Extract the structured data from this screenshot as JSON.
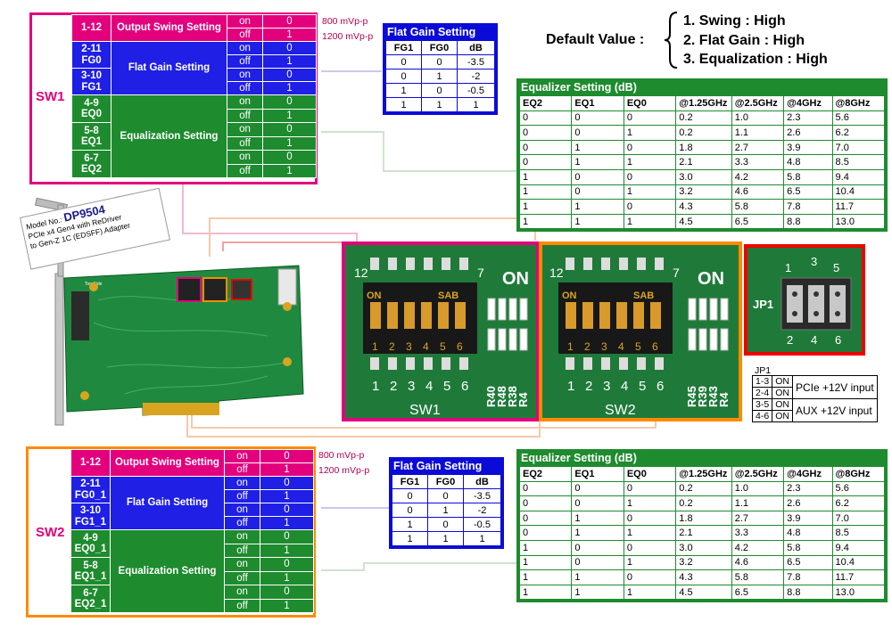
{
  "default_value": {
    "label": "Default Value :",
    "items": [
      "1. Swing : High",
      "2. Flat Gain : High",
      "3. Equalization : High"
    ]
  },
  "sw1": {
    "label": "SW1",
    "output_swing": {
      "pins": "1-12",
      "name": "Output Swing Setting",
      "on": "on",
      "off": "off",
      "on_val": "0",
      "off_val": "1",
      "mvp_on": "800 mVp-p",
      "mvp_off": "1200 mVp-p"
    },
    "flat_gain": {
      "name": "Flat Gain Setting",
      "rows": [
        {
          "pins": "2-11",
          "sig": "FG0"
        },
        {
          "pins": "3-10",
          "sig": "FG1"
        }
      ]
    },
    "equalization": {
      "name": "Equalization Setting",
      "rows": [
        {
          "pins": "4-9",
          "sig": "EQ0"
        },
        {
          "pins": "5-8",
          "sig": "EQ1"
        },
        {
          "pins": "6-7",
          "sig": "EQ2"
        }
      ]
    }
  },
  "sw2": {
    "label": "SW2",
    "output_swing": {
      "pins": "1-12",
      "name": "Output Swing Setting",
      "on": "on",
      "off": "off",
      "on_val": "0",
      "off_val": "1",
      "mvp_on": "800 mVp-p",
      "mvp_off": "1200 mVp-p"
    },
    "flat_gain": {
      "name": "Flat Gain Setting",
      "rows": [
        {
          "pins": "2-11",
          "sig": "FG0_1"
        },
        {
          "pins": "3-10",
          "sig": "FG1_1"
        }
      ]
    },
    "equalization": {
      "name": "Equalization Setting",
      "rows": [
        {
          "pins": "4-9",
          "sig": "EQ0_1"
        },
        {
          "pins": "5-8",
          "sig": "EQ1_1"
        },
        {
          "pins": "6-7",
          "sig": "EQ2_1"
        }
      ]
    }
  },
  "on_label": "on",
  "off_label": "off",
  "on_value": "0",
  "off_value": "1",
  "flat_gain_table": {
    "title": "Flat Gain Setting",
    "headers": [
      "FG1",
      "FG0",
      "dB"
    ],
    "rows": [
      [
        "0",
        "0",
        "-3.5"
      ],
      [
        "0",
        "1",
        "-2"
      ],
      [
        "1",
        "0",
        "-0.5"
      ],
      [
        "1",
        "1",
        "1"
      ]
    ]
  },
  "equalizer_table": {
    "title": "Equalizer Setting (dB)",
    "headers": [
      "EQ2",
      "EQ1",
      "EQ0",
      "@1.25GHz",
      "@2.5GHz",
      "@4GHz",
      "@8GHz"
    ],
    "rows": [
      [
        "0",
        "0",
        "0",
        "0.2",
        "1.0",
        "2.3",
        "5.6"
      ],
      [
        "0",
        "0",
        "1",
        "0.2",
        "1.1",
        "2.6",
        "6.2"
      ],
      [
        "0",
        "1",
        "0",
        "1.8",
        "2.7",
        "3.9",
        "7.0"
      ],
      [
        "0",
        "1",
        "1",
        "2.1",
        "3.3",
        "4.8",
        "8.5"
      ],
      [
        "1",
        "0",
        "0",
        "3.0",
        "4.2",
        "5.8",
        "9.4"
      ],
      [
        "1",
        "0",
        "1",
        "3.2",
        "4.6",
        "6.5",
        "10.4"
      ],
      [
        "1",
        "1",
        "0",
        "4.3",
        "5.8",
        "7.8",
        "11.7"
      ],
      [
        "1",
        "1",
        "1",
        "4.5",
        "6.5",
        "8.8",
        "13.0"
      ]
    ]
  },
  "model": {
    "prefix": "Model No.:",
    "number": "DP9504",
    "line2": "PCIe x4 Gen4 with ReDriver",
    "line3": "to Gen-Z 1C (EDSFF) Adapter"
  },
  "board": {
    "top_side": "Top Side"
  },
  "dip1": {
    "pin_left": "12",
    "pin_right": "7",
    "on": "ON",
    "switch_text_on": "ON",
    "switch_text_brand": "SAB",
    "bottom_numbers": [
      "1",
      "2",
      "3",
      "4",
      "5",
      "6"
    ],
    "resistors": [
      "R40",
      "R48",
      "R38",
      "R4"
    ],
    "label": "SW1"
  },
  "dip2": {
    "pin_left": "12",
    "pin_right": "7",
    "on": "ON",
    "switch_text_on": "ON",
    "switch_text_brand": "SAB",
    "bottom_numbers": [
      "1",
      "2",
      "3",
      "4",
      "5",
      "6"
    ],
    "resistors": [
      "R45",
      "R39",
      "R43",
      "R4"
    ],
    "label": "SW2"
  },
  "jp1_photo": {
    "top": [
      "1",
      "3",
      "5"
    ],
    "bottom": [
      "2",
      "4",
      "6"
    ],
    "label": "JP1"
  },
  "jp1_table": {
    "title": "JP1",
    "rows": [
      {
        "pins": "1-3",
        "state": "ON",
        "desc": "PCIe +12V input"
      },
      {
        "pins": "2-4",
        "state": "ON",
        "desc": ""
      },
      {
        "pins": "3-5",
        "state": "ON",
        "desc": "AUX +12V input"
      },
      {
        "pins": "4-6",
        "state": "ON",
        "desc": ""
      }
    ]
  },
  "colors": {
    "pink": "#e3007d",
    "blue": "#1f1fe6",
    "green": "#1e8b2e",
    "orange": "#ff8a00",
    "red": "#ee0000"
  }
}
